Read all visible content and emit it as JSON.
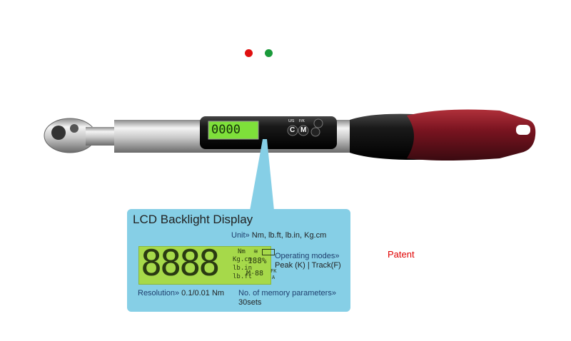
{
  "indicators": {
    "red": "#e01010",
    "green": "#1a9a3a"
  },
  "wrench": {
    "display_value": "0000",
    "buttons": [
      {
        "label": "U/S"
      },
      {
        "label": "F/K"
      },
      {
        "label": "C"
      },
      {
        "label": "M"
      }
    ],
    "grip_color": "#7a1420"
  },
  "callout": {
    "title": "LCD Backlight Display",
    "lcd_digits": "8888",
    "lcd_units": [
      "Nm",
      "Kg.cm",
      "lb.in",
      "lb.ft"
    ],
    "lcd_percent": "188%",
    "lcd_memory": "M-88",
    "lcd_mode": "FK",
    "lcd_mode2": "A",
    "unit_label": "Unit»",
    "unit_value": "Nm, lb.ft, lb.in, Kg.cm",
    "modes_label": "Operating modes»",
    "modes_value": "Peak (K) | Track(F)",
    "resolution_label": "Resolution»",
    "resolution_value": "0.1/0.01 Nm",
    "memory_label": "No. of memory parameters»",
    "memory_value": "30sets",
    "color": "#86cfe6"
  },
  "patent": "Patent"
}
